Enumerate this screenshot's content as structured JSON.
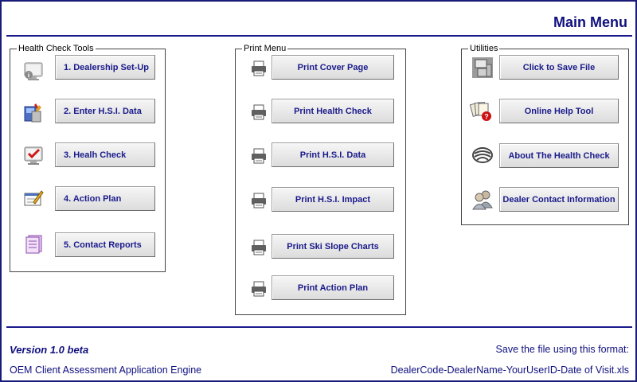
{
  "header": {
    "title": "Main Menu"
  },
  "health_check_tools": {
    "title": "Health Check Tools",
    "items": [
      {
        "label": "1. Dealership Set-Up",
        "icon": "monitor-info-icon"
      },
      {
        "label": "2. Enter H.S.I. Data",
        "icon": "computer-tools-icon"
      },
      {
        "label": "3. Healh Check",
        "icon": "monitor-checkmark-icon"
      },
      {
        "label": "4. Action Plan",
        "icon": "pencil-notepad-icon"
      },
      {
        "label": "5. Contact Reports",
        "icon": "report-pages-icon"
      }
    ]
  },
  "print_menu": {
    "title": "Print Menu",
    "items": [
      {
        "label": "Print Cover Page",
        "icon": "printer-icon"
      },
      {
        "label": "Print Health Check",
        "icon": "printer-icon"
      },
      {
        "label": "Print H.S.I. Data",
        "icon": "printer-icon"
      },
      {
        "label": "Print H.S.I. Impact",
        "icon": "printer-icon"
      },
      {
        "label": "Print Ski Slope Charts",
        "icon": "printer-icon"
      },
      {
        "label": "Print Action Plan",
        "icon": "printer-icon"
      }
    ]
  },
  "utilities": {
    "title": "Utilities",
    "items": [
      {
        "label": "Click to Save File",
        "icon": "save-computer-icon"
      },
      {
        "label": "Online Help Tool",
        "icon": "help-documents-icon"
      },
      {
        "label": "About The Health Check",
        "icon": "about-logo-icon"
      },
      {
        "label": "Dealer Contact Information",
        "icon": "people-contacts-icon"
      }
    ]
  },
  "footer": {
    "version": "Version 1.0 beta",
    "engine": "OEM Client Assessment Application Engine",
    "save_note": "Save the file using this format:",
    "save_format": "DealerCode-DealerName-YourUserID-Date of Visit.xls"
  },
  "colors": {
    "primary": "#1a1a8c",
    "button_face": "#e6e6e6",
    "alert_red": "#cc1111"
  }
}
